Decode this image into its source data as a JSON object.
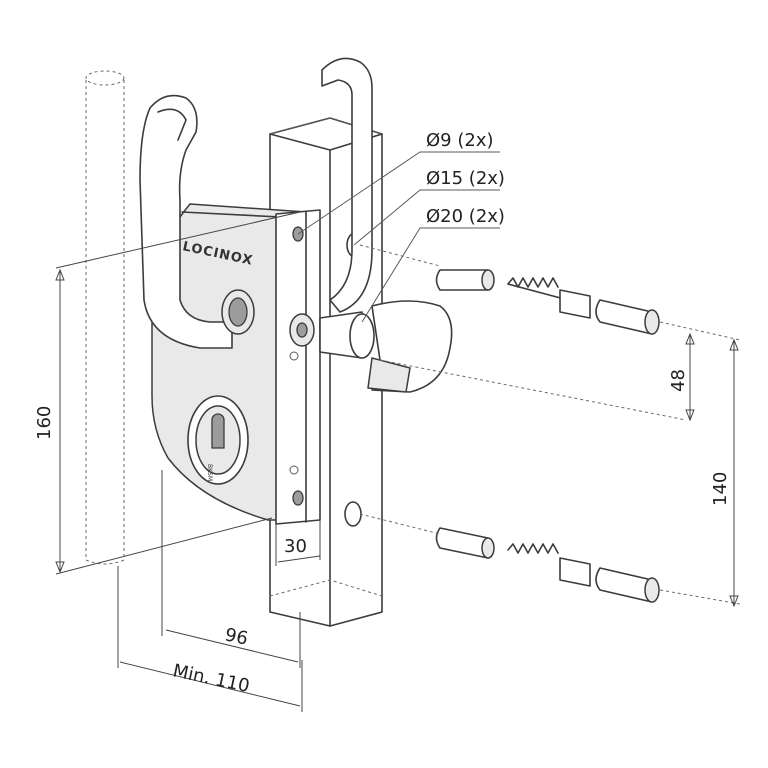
{
  "brand": "LOCINOX",
  "cylinder_mark": "BKSM",
  "callouts": {
    "hole_9": "Ø9 (2x)",
    "hole_15": "Ø15 (2x)",
    "hole_20": "Ø20 (2x)"
  },
  "dimensions": {
    "height_160": "160",
    "width_30": "30",
    "width_96": "96",
    "min_110": "Min. 110",
    "spacing_48": "48",
    "spacing_140": "140"
  }
}
